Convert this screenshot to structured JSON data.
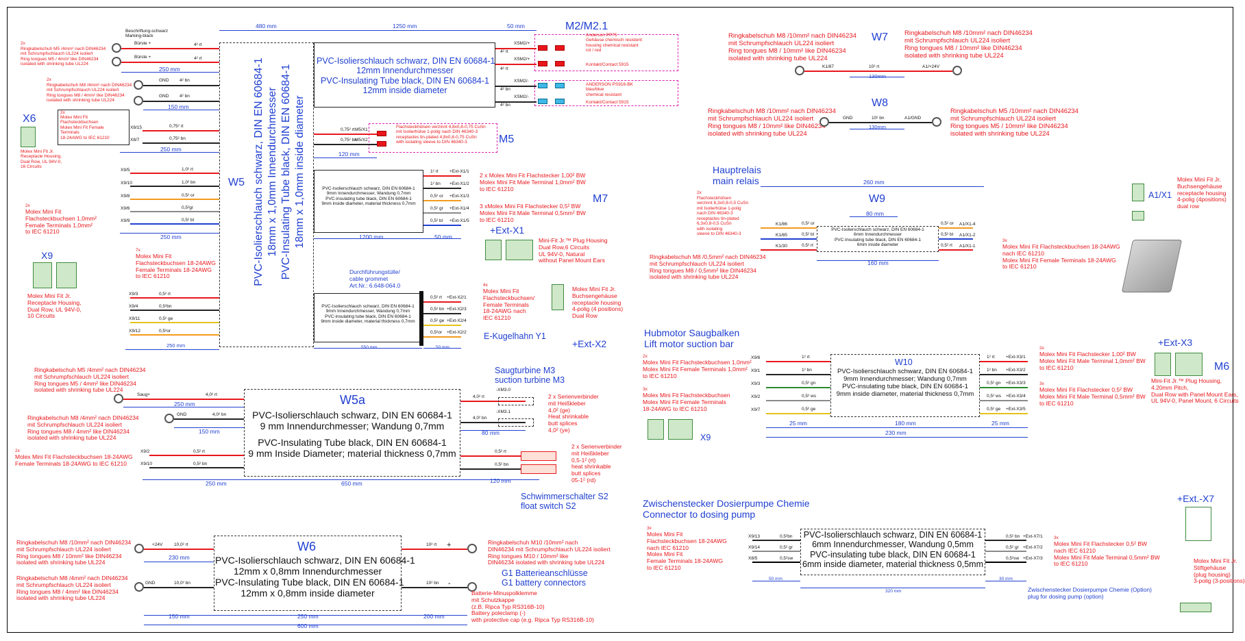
{
  "colors": {
    "red": "#e8161b",
    "blue": "#1f3fd0",
    "magenta": "#d81fb0",
    "black": "#111111",
    "green": "#2a8a2a"
  },
  "w5": {
    "name": "W5",
    "line1": "PVC-Isolierschlauch schwarz, DIN EN 60684-1",
    "line2": "18mm x 1,0mm Innendurchmesser",
    "line3": "PVC-Insulating Tube black, DIN EN 60684-1",
    "line4": "18mm x 1,0mm inside diameter",
    "dim_top1": "480 mm",
    "dim_top2": "1250 mm",
    "dim_top3": "50 mm",
    "marking": "Beschriftung-schwarz\nMarking-black"
  },
  "m2": {
    "label": "M2/M2.1",
    "tube": "PVC-Isolierschlauch schwarz, DIN EN 60684-1\n12mm Innendurchmesser\nPVC-Insulating Tube black, DIN EN 60684-1\n12mm inside diameter",
    "anderson": "Anderson PP75\nGehäuse chemisch resistent\nhousing chemical resistant\nrot / red",
    "contact1": "Kontakt/Contact 5915",
    "anderson2": "ANDERSON PS916-BK\nblau/blue\nchemical resistant",
    "contact2": "Kontakt/Contact 5915",
    "pins": [
      "XSM2/+",
      "XSM2/+",
      "XSM2/-",
      "XSM2/-"
    ],
    "pin_wires": [
      "4² rt",
      "4² rt",
      "4² bn",
      "4² bn"
    ]
  },
  "left_top": {
    "ring5": "Ringkabelschuh M5 /4mm² nach DIN46234\nmit Schrumpfschlauch UL224 isoliert\nRing tongues M5 / 4mm² like DIN46234\nisolated with shrinking tube UL224",
    "ring8": "Ringkabelschuh M8 /4mm² nach DIN46234\nmit Schrumpfschlauch UL224 isoliert\nRing tongues M8 / 4mm² like DIN46234\nisolated with shrinking tube UL224",
    "count2a": "2x",
    "count2b": "2x",
    "brush1": "Bürste +",
    "brush2": "Bürste +",
    "wire_brush": "4² rt",
    "gnd": "GND",
    "wire_gnd": "4² bn",
    "dim250a": "250 mm",
    "dim150": "150 mm"
  },
  "x6": {
    "label": "X6",
    "count": "2x",
    "molex": "Molex Mini Fit\nFlachsteckbuchsen\nMolex Mini Fit Female\nTerminals\n18-24AWG to IEC 61210",
    "rows": [
      "X8/15",
      "X8/7"
    ],
    "wires": [
      "0,75² rt",
      "0,75² bn"
    ],
    "housing": "Molex Mini Fit Jr.\nReceptacle Housing,\nDual Row, UL 94V-0,\n16 Circuits",
    "dim": "250 mm"
  },
  "x9_block": {
    "rows": [
      "X9/5",
      "X9/10",
      "X9/8",
      "X9/6",
      "X9/9"
    ],
    "wires": [
      "1,0² rt",
      "1,0² bn",
      "0,5² or",
      "0,5²gr",
      "0,5² bl"
    ],
    "count": "2x",
    "molex": "Molex Mini Fit\nFlachsteckbuchsen 1,0mm²\nFemale Terminals 1,0mm²\nto IEC 61210",
    "dim": "250 mm"
  },
  "x9": {
    "label": "X9",
    "housing": "Molex Mini Fit Jr.\nReceptacle Housing,\nDual Row, UL 94V-0,\n10 Circuits",
    "count": "7x",
    "molex": "Molex Mini Fit\nFlachsteckbuchsen 18-24AWG\nFemale Terminals 18-24AWG\nto IEC 61210",
    "rows": [
      "X9/3",
      "X9/4",
      "X9/11",
      "X9/12"
    ],
    "wires": [
      "0,5² rt",
      "0,5²bn",
      "0,5² ge",
      "0,5²or"
    ],
    "dim": "250 mm"
  },
  "m5": {
    "label": "M5",
    "text": "Flachsteckhülsen verzinnt 4,8x0,8-0,75 CuSn\nmit Isolierhülse 1-polig nach DIN 46340-3\nreceptacles tin-plated 4,8x0,8-0,75 CuSn\nwith isolating sleeve to DIN 46340-3",
    "rows": [
      "M5/X1",
      "M5/X2"
    ],
    "wires": [
      "0,75² rt",
      "0,75² bn"
    ],
    "dim": "120 mm"
  },
  "m7": {
    "label": "M7",
    "tube": "PVC-Isolierschlauch schwarz, DIN EN 60684-1\n9mm Innendurchmesser, Wandung 0,7mm\nPVC-insulating tube black, DIN EN 60684-1\n9mm inside diameter, material thickness 0,7mm",
    "pins": [
      "+Ext-X1/1",
      "+Ext-X1/2",
      "+Ext-X1/3",
      "+Ext-X1/4",
      "+Ext-X1/5"
    ],
    "wires": [
      "1² rt",
      "1² bn",
      "0,5² or",
      "0,5² gr",
      "0,5² bl"
    ],
    "c1": "2 x Molex Mini Fit Flachstecker 1,00² BW\nMolex Mini Fit Male Terminal 1,0mm² BW\nto IEC 61210",
    "c2": "3 xMolex Mini Fit Flachstecker 0,5² BW\nMolex Mini Fit Male Terminal 0,5mm² BW\nto IEC 61210",
    "ext": "+Ext-X1",
    "housing": "Mini-Fit Jr.™ Plug Housing\nDual Row,6 Circuits\nUL 94V-0, Natural\nwithout Panel Mount Ears",
    "dim1": "1200 mm",
    "dim2": "50 mm"
  },
  "y1": {
    "grommet": "Durchführungstülle/\ncable grommet\nArt.Nr.: 6.648-064.0",
    "tube": "PVC-Isolierschlauch schwarz, DIN EN 60684-1\n9mm Innendurchmesser, Wandung 0,7mm\nPVC-insulating tube black, DIN EN 60684-1\n9mm inside diameter, material thickness 0,7mm",
    "pins": [
      "+Ext-X2/1",
      "+Ext-X2/3",
      "+Ext-X2/4",
      "+Ext-X2/2"
    ],
    "wires": [
      "0,5² rt",
      "0,5² bn",
      "0,5² ge",
      "0,5²or"
    ],
    "count": "4x",
    "molex": "Molex Mini Fit\nFlachsteckbuchsen/\nFemale Terminals\n18-24AWG nach\nIEC 61210",
    "label": "E-Kugelhahn Y1",
    "housing": "Molex Mini Fit Jr.\nBuchsengehäuse\nreceptacle housing\n4-polig (4 positions)\nDual Row",
    "ext": "+Ext-X2",
    "dim1": "550 mm",
    "dim2": "50 mm",
    "dim3": "250 mm"
  },
  "w5a": {
    "name": "W5a",
    "line1": "PVC-Isolierschlauch schwarz, DIN EN 60684-1",
    "line2": "9 mm Innendurchmesser; Wandung 0,7mm",
    "line3": "PVC-Insulating Tube black, DIN EN 60684-1",
    "line4": "9 mm Inside Diameter; material thickness 0,7mm",
    "ring5": "Ringkabelschuh M5 /4mm² nach DIN46234\nmit Schrumpfschlauch UL224 isoliert\nRing tongues M5 / 4mm² like DIN46234\nisolated with shrinking tube UL224",
    "ring8": "Ringkabelschuh M8 /4mm² nach DIN46234\nmit Schrumpfschlauch UL224 isoliert\nRing tongues M8 / 4mm² like DIN46234\nisolated with shrinking tube UL224",
    "saug": "Saug+",
    "gnd": "GND",
    "w_saug": "4,0² rt",
    "w_gnd": "4,0² bn",
    "count": "2x",
    "molex": "Molex Mini Fit Flachsteckbuchsen 18-24AWG\nFemale Terminals 18-24AWG to IEC 61210",
    "rows": [
      "X9/2",
      "X9/10"
    ],
    "rwires": [
      "0,5² rt",
      "0,5² bn"
    ],
    "m3_title": "Saugturbine M3\nsuction turbine M3",
    "m3_pins": [
      "-XM3.0",
      "-XM3.1"
    ],
    "m3_wires": [
      "4,0² rt",
      "4,0² bn"
    ],
    "m3_text": "2 x Serienverbinder\nmit Heißkleber\n4,0² (ge)\nHeat shrinkable\nbutt splices\n4,0² (ye)",
    "s2_wires": [
      "0,5² rt",
      "0,5² bn"
    ],
    "s2_text": "2 x Serienverbinder\nmit Heißkleber\n0,5-1² (rt)\nheat shrinkable\nbutt splices\n05-1² (rd)",
    "s2_title": "Schwimmerschalter S2\nfloat switch S2",
    "dims": [
      "250 mm",
      "150 mm",
      "80 mm",
      "250 mm",
      "650 mm",
      "120 mm"
    ]
  },
  "w6": {
    "name": "W6",
    "line1": "PVC-Isolierschlauch schwarz, DIN EN 60684-1",
    "line2": "12mm x 0,8mm Innendurchmesser",
    "line3": "PVC-Insulating Tube black, DIN EN 60684-1",
    "line4": "12mm x 0,8mm inside diameter",
    "ring8a": "Ringkabelschuh M8 /10mm² nach DIN46234\nmit Schrumpfschlauch UL224 isoliert\nRing tongues M8 / 10mm² like DIN46234\nisolated with shrinking tube UL224",
    "ring8b": "Ringkabelschuh M8 /4mm² nach DIN46234\nmit Schrumpfschlauch UL224 isoliert\nRing tongues M8 / 4mm² like DIN46234\nisolated with shrinking tube UL224",
    "p24": "+24V",
    "gnd": "GND",
    "w1": "10,0² rt",
    "w2": "10,0² bn",
    "rw1": "10² rt",
    "rw2": "10² bn",
    "plus": "+",
    "minus": "-",
    "ring10": "Ringkabelschuh M10 /10mm² nach\nDIN46234 mit Schrumpfschlauch UL224 isoliert\nRing tongues M10 / 10mm² like\nDIN46234 isolated with shrinking tube UL224",
    "g1": "G1 Batterieanschlüsse\nG1 battery connectors",
    "pole": "Batterie-Minuspolklemme\nmit Schutzkappe\n(z.B. Ripca Typ RS316B-10)\nBattery poleclamp (-)\nwith protective cap (e.g. Ripca Typ RS316B-10)",
    "dims": [
      "230 mm",
      "150 mm",
      "250 mm",
      "200 mm",
      "600 mm"
    ]
  },
  "w7": {
    "name": "W7",
    "left": "Ringkabelschuh M8 /10mm² nach DIN46234\nmit Schrumpfschlauch UL224 isoliert\nRing tongues M8 / 10mm² like DIN46234\nisolated with shrinking tube UL224",
    "right": "Ringkabelschuh M8 /10mm² nach DIN46234\nmit Schrumpfschlauch UL224 isoliert\nRing tongues M8 / 10mm² like DIN46234\nisolated with shrinking tube UL224",
    "k1": "K1/87",
    "a1": "A1/+24V",
    "wire": "10² rt",
    "dim": "130mm"
  },
  "w8": {
    "name": "W8",
    "left": "Ringkabelschuh M8 /10mm² nach DIN46234\nmit Schrumpfschlauch UL224 isoliert\nRing tongues M8 / 10mm² like DIN46234\nisolated with shrinking tube UL224",
    "right": "Ringkabelschuh M5 /10mm² nach DIN46234\nmit Schrumpfschlauch UL224 isoliert\nRing tongues M5 / 10mm² like DIN46234\nisolated with shrinking tube UL224",
    "gnd": "GND",
    "a1": "A1/GND",
    "wire": "10² bn",
    "dim": "130mm"
  },
  "w9": {
    "name": "W9",
    "title": "Hauptrelais\nmain relais",
    "count": "2x",
    "flach": "Flachsteckhülsen\nverzinnt 6,3x0,8-0,5 CuSn\nmit Isolierhülse 1-polig\nnach DIN 46340-3\nreceptacles tin-plated\n6,3x0,8-0,5 CuSn\nwith isolating\nsleeve to DIN 46340-3",
    "rows": [
      "K1/86",
      "K1/85",
      "K1/30"
    ],
    "wires": [
      "0,5² or",
      "0,5² bl",
      "0,5² rt"
    ],
    "pins": [
      "A1/X1-4",
      "A1/X1-2",
      "A1/X1-1"
    ],
    "tube": "PVC-Isolierschlauch schwarz, DIN EN 60684-1\n6mm Innendurchmesser\nPVC-Insulating tube black, DIN EN 60684-1\n6mm inside diameter",
    "ring": "Ringkabelschuh M8 /0,5mm² nach DIN46234\nmit Schrumpfschlauch UL224 isoliert\nRing tongues M8 / 0,5mm² like DIN46234\nisolated with shrinking tube UL224",
    "count3": "3x",
    "molex": "Molex Mini Fit Flachsteckbuchsen 18-24AWG\nnach IEC 61210\nMolex Mini Fit Female Terminals 18-24AWG\nto IEC 61210",
    "dims": [
      "260 mm",
      "80 mm",
      "160 mm"
    ],
    "a1": "A1/X1",
    "housing": "Molex Mini Fit Jr.\nBuchsengehäuse\nreceptacle housing\n4-polig (4positions)\ndual row"
  },
  "w10": {
    "name": "W10",
    "title": "Hubmotor Saugbalken\nLift motor suction bar",
    "count2": "2x",
    "molex1": "Molex Mini Fit Flachsteckbuchsen 1,0mm²\nMolex Mini Fit Female Terminals 1,0mm²\nto IEC 61210",
    "count3": "3x",
    "molex2": "Molex Mini Fit Flachsteckbuchsen\nMolex Mini Fit Female Terminals\n18-24AWG to IEC 61210",
    "rows": [
      "X9/6",
      "X9/1",
      "X9/3",
      "X9/2",
      "X9/7"
    ],
    "wires": [
      "1² rt",
      "1² bn",
      "0,5² gn",
      "0,5² ws",
      "0,5² ge"
    ],
    "pins": [
      "+Ext-X3/1",
      "+Ext-X3/2",
      "+Ext-X3/3",
      "+Ext-X3/4",
      "+Ext-X3/5"
    ],
    "tube": "PVC-Isolierschlauch schwarz, DIN EN 60684-1\n9mm Innendurchmesser; Wandung 0,7mm\nPVC-insulating tube black, DIN EN 60684-1\n9mm inside diameter, material thickness 0,7mm",
    "r2": "2x",
    "rc1": "Molex Mini Fit Flachstecker 1,00² BW\nMolex Mini Fit Male Terminal 1,0mm² BW\nto IEC 61210",
    "r3": "3x",
    "rc2": "Molex Mini Fit Flachstecker 0,5² BW\nMolex Mini Fit Male Terminal 0,5mm² BW\nto IEC 61210",
    "ext": "+Ext-X3",
    "m6": "M6",
    "housing": "Mini-Fit Jr.™ Plug Housing,\n4.20mm Pitch,\nDual Row with Panel Mount Ears,\nUL 94V-0, Panel Mount, 6 Circuits",
    "x9": "X9",
    "dims": [
      "25 mm",
      "180 mm",
      "25 mm",
      "230 mm"
    ]
  },
  "x7": {
    "title": "Zwischenstecker Dosierpumpe Chemie\nConnector to dosing pump",
    "count": "3x",
    "molex": "Molex Mini Fit\nFlachsteckbuchsen 18-24AWG\nnach IEC 61210\nMolex Mini Fit\nFemale Terminals 18-24AWG\nto IEC 61210",
    "rows": [
      "X9/13",
      "X9/14",
      "X8/5"
    ],
    "wires": [
      "0,5²bn",
      "0,5² gr",
      "0,5²sw"
    ],
    "tube": "PVC-Isolierschlauch schwarz, DIN EN 60684-1\n6mm Innendurchmesser, Wandung 0,5mm\nPVC-insulating tube black, DIN EN 60684-1\n6mm inside diameter, material thickness 0,5mm",
    "pins": [
      "+Ext-X7/1",
      "+Ext-X7/2",
      "+Ext-X7/3"
    ],
    "rwires": [
      "0,5² bn",
      "0,5² gr",
      "0,5²sw"
    ],
    "count3": "3x",
    "rc": "Molex Mini Fit Flachstecker 0,5² BW\nnach IEC 61210\nMolex Mini Fit Male Terminal 0,5mm² BW\nto IEC 61210",
    "option": "Zwischenstecker Dosierpumpe Chemie (Option)\nplug for dosing pump (option)",
    "ext": "+Ext.-X7",
    "housing": "Molex Mini Fit Jr.\nStiftgehäuse\n(plug housing)\n3-polig (3-positions)",
    "dims": [
      "50 mm",
      "320 mm",
      "30 mm"
    ]
  }
}
